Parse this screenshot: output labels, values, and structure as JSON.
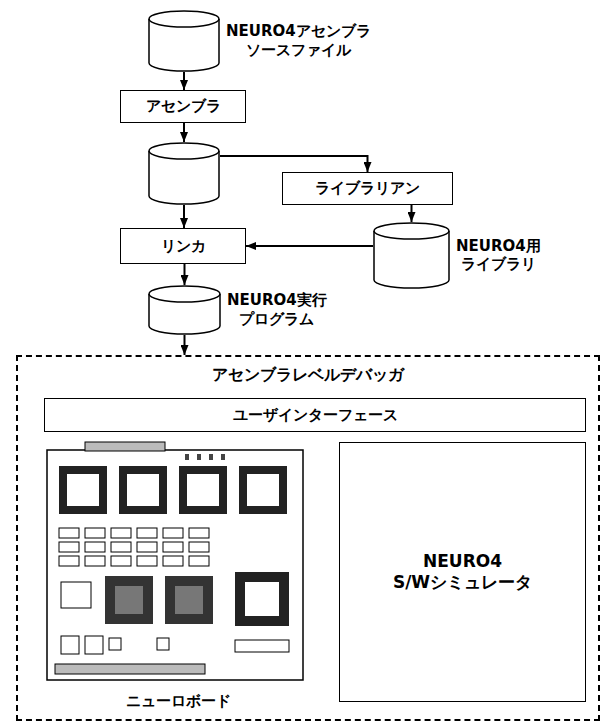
{
  "diagram": {
    "nodes": [
      {
        "text": [
          "NEURO4アセンブラ ソースファイル"
        ]
      },
      {
        "text": [
          "アセンブラ"
        ]
      },
      {
        "text": []
      },
      {
        "text": [
          "ライブラリアン"
        ]
      },
      {
        "text": [
          "リンカ"
        ]
      },
      {
        "text": [
          "NEURO4用 ライブラリ"
        ]
      },
      {
        "text": [
          "NEURO4実行 プログラム"
        ]
      },
      {
        "text": [
          "アセンブラレベルデバッガ"
        ]
      },
      {
        "text": [
          "ユーザインターフェース"
        ],
        "in": 7
      },
      {
        "text": [
          "ニューロボード"
        ],
        "in": 7
      },
      {
        "text": [
          "NEURO4 S/Wシミュレータ"
        ],
        "in": 7
      }
    ],
    "edges": [
      {
        "from": 0,
        "to": 1,
        "arrow": "to"
      },
      {
        "from": 1,
        "to": 2,
        "arrow": "to"
      },
      {
        "from": 2,
        "to": 3,
        "arrow": "to"
      },
      {
        "from": 3,
        "to": 5,
        "arrow": "to"
      },
      {
        "from": 5,
        "to": 4,
        "arrow": "to"
      },
      {
        "from": 2,
        "to": 4,
        "arrow": "to"
      },
      {
        "from": 4,
        "to": 6,
        "arrow": "to"
      },
      {
        "from": 6,
        "to": 7,
        "arrow": "to"
      }
    ]
  }
}
